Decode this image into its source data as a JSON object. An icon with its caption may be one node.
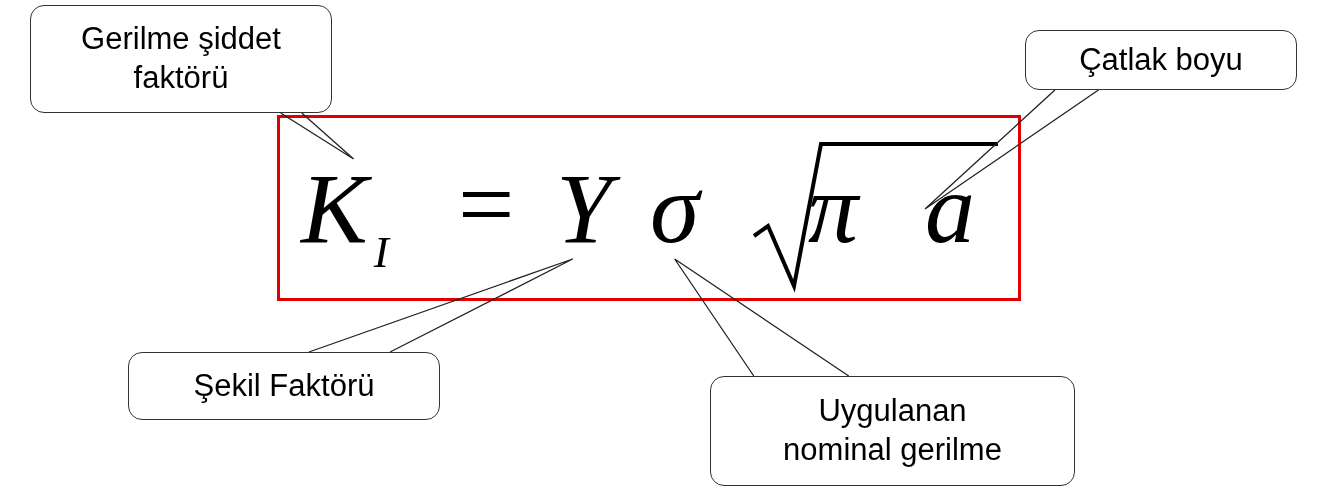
{
  "diagram": {
    "nodes": [
      {
        "text": [],
        "shape": "box"
      },
      {
        "text": [
          "K$_{I}$"
        ],
        "in": 0
      },
      {
        "text": [
          "Y"
        ],
        "in": 0
      },
      {
        "text": [
          "σ"
        ],
        "in": 0
      },
      {
        "text": [
          "a"
        ],
        "in": 0
      },
      {
        "text": [
          "Gerilme şiddet faktörü"
        ]
      },
      {
        "text": [
          "Çatlak boyu"
        ]
      },
      {
        "text": [
          "Şekil Faktörü"
        ]
      },
      {
        "text": [
          "Uygulanan nominal gerilme"
        ]
      }
    ],
    "edges": [
      {
        "from": 5,
        "to": 1,
        "arrow": "none"
      },
      {
        "from": 6,
        "to": 4,
        "arrow": "none"
      },
      {
        "from": 7,
        "to": 2,
        "arrow": "none"
      },
      {
        "from": 8,
        "to": 3,
        "arrow": "none"
      }
    ],
    "labels": [
      "=",
      "π"
    ]
  }
}
